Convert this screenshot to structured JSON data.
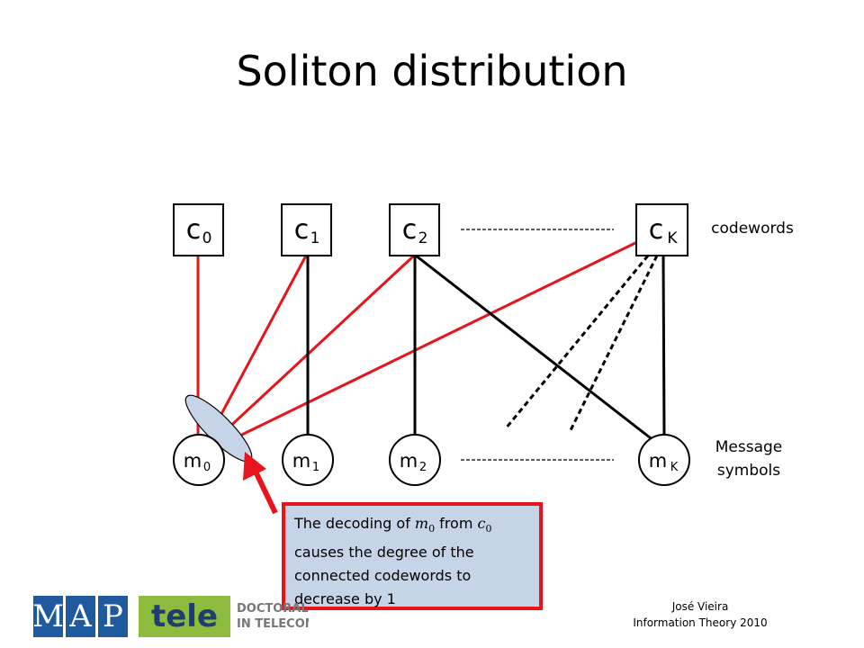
{
  "title": "Soliton distribution",
  "codeword_nodes": [
    {
      "letter": "c",
      "sub": "0"
    },
    {
      "letter": "c",
      "sub": "1"
    },
    {
      "letter": "c",
      "sub": "2"
    },
    {
      "letter": "c",
      "sub": "K"
    }
  ],
  "message_nodes": [
    {
      "letter": "m",
      "sub": "0"
    },
    {
      "letter": "m",
      "sub": "1"
    },
    {
      "letter": "m",
      "sub": "2"
    },
    {
      "letter": "m",
      "sub": "K"
    }
  ],
  "labels": {
    "codewords": "codewords",
    "message_line1": "Message",
    "message_line2": "symbols"
  },
  "callout": {
    "prefix": "The decoding of ",
    "m_letter": "m",
    "m_sub": "0",
    "middle": " from ",
    "c_letter": "c",
    "c_sub": "0",
    "rest": " causes the degree of the connected codewords to decrease by 1"
  },
  "logo": {
    "map_letters": [
      "M",
      "A",
      "P"
    ],
    "tele": "tele",
    "tagline_line1": "DOCTORAL PROGRAMME",
    "tagline_line2": "IN TELECOMMUNICATIONS"
  },
  "footer": {
    "author": "José Vieira",
    "course": "Information Theory 2010"
  },
  "colors": {
    "red_edge": "#e8141c",
    "black_edge": "#000000",
    "ellipse_fill": "#c6d4e8",
    "callout_fill": "#c6d4e8",
    "logo_blue": "#1f5a9e",
    "logo_green": "#8dbb3e"
  }
}
